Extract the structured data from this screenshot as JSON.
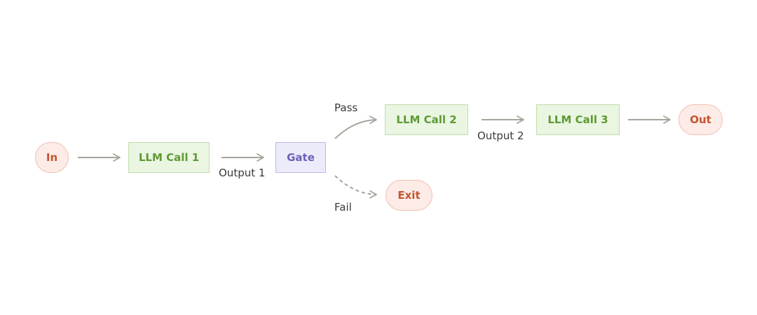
{
  "nodes": {
    "in": "In",
    "llm_call_1": "LLM Call 1",
    "gate": "Gate",
    "llm_call_2": "LLM Call 2",
    "llm_call_3": "LLM Call 3",
    "out": "Out",
    "exit": "Exit"
  },
  "edges": {
    "output_1": "Output 1",
    "output_2": "Output 2",
    "pass": "Pass",
    "fail": "Fail"
  },
  "colors": {
    "terminal_fill": "#fcebe6",
    "terminal_text": "#c4552f",
    "llm_fill": "#eaf5e2",
    "llm_text": "#5e9a34",
    "gate_fill": "#ecebfa",
    "gate_text": "#6a63b8",
    "arrow": "#a8a49c"
  }
}
